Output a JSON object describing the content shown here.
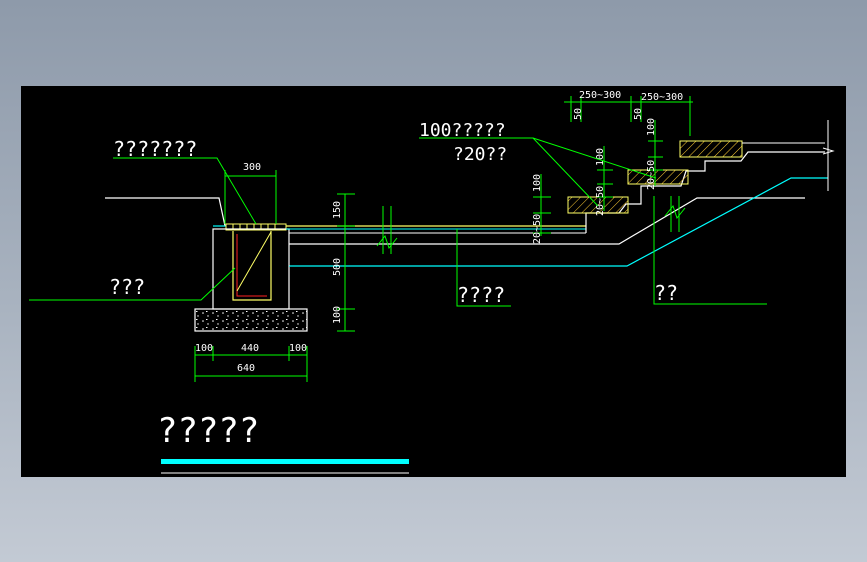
{
  "labels": {
    "curb_label": "???????",
    "gutter_label": "???",
    "pipe_label": "????",
    "steps_label": "??",
    "paving_label_line1": "100?????",
    "paving_label_line2": "?20??",
    "title": "?????"
  },
  "dimensions": {
    "curb_width": "300",
    "d150": "150",
    "d500": "500",
    "d100_vertical": "100",
    "base_left": "100",
    "base_mid": "440",
    "base_right": "100",
    "base_total": "640",
    "tread_a": "250~300",
    "tread_b": "250~300",
    "d50_a": "50",
    "d50_b": "50",
    "riser_100_a": "100",
    "riser_100_b": "100",
    "riser_100_c": "100",
    "joint_a": "20~50",
    "joint_b": "20~50",
    "joint_c": "20~50"
  },
  "colors": {
    "background": "#000000",
    "linework": "#ffffff",
    "dimension": "#00ff00",
    "leader": "#00ff00",
    "paving": "#ffff66",
    "cyan": "#00ffff",
    "rebar": "#ff2222",
    "hatch": "#ffcc33"
  }
}
